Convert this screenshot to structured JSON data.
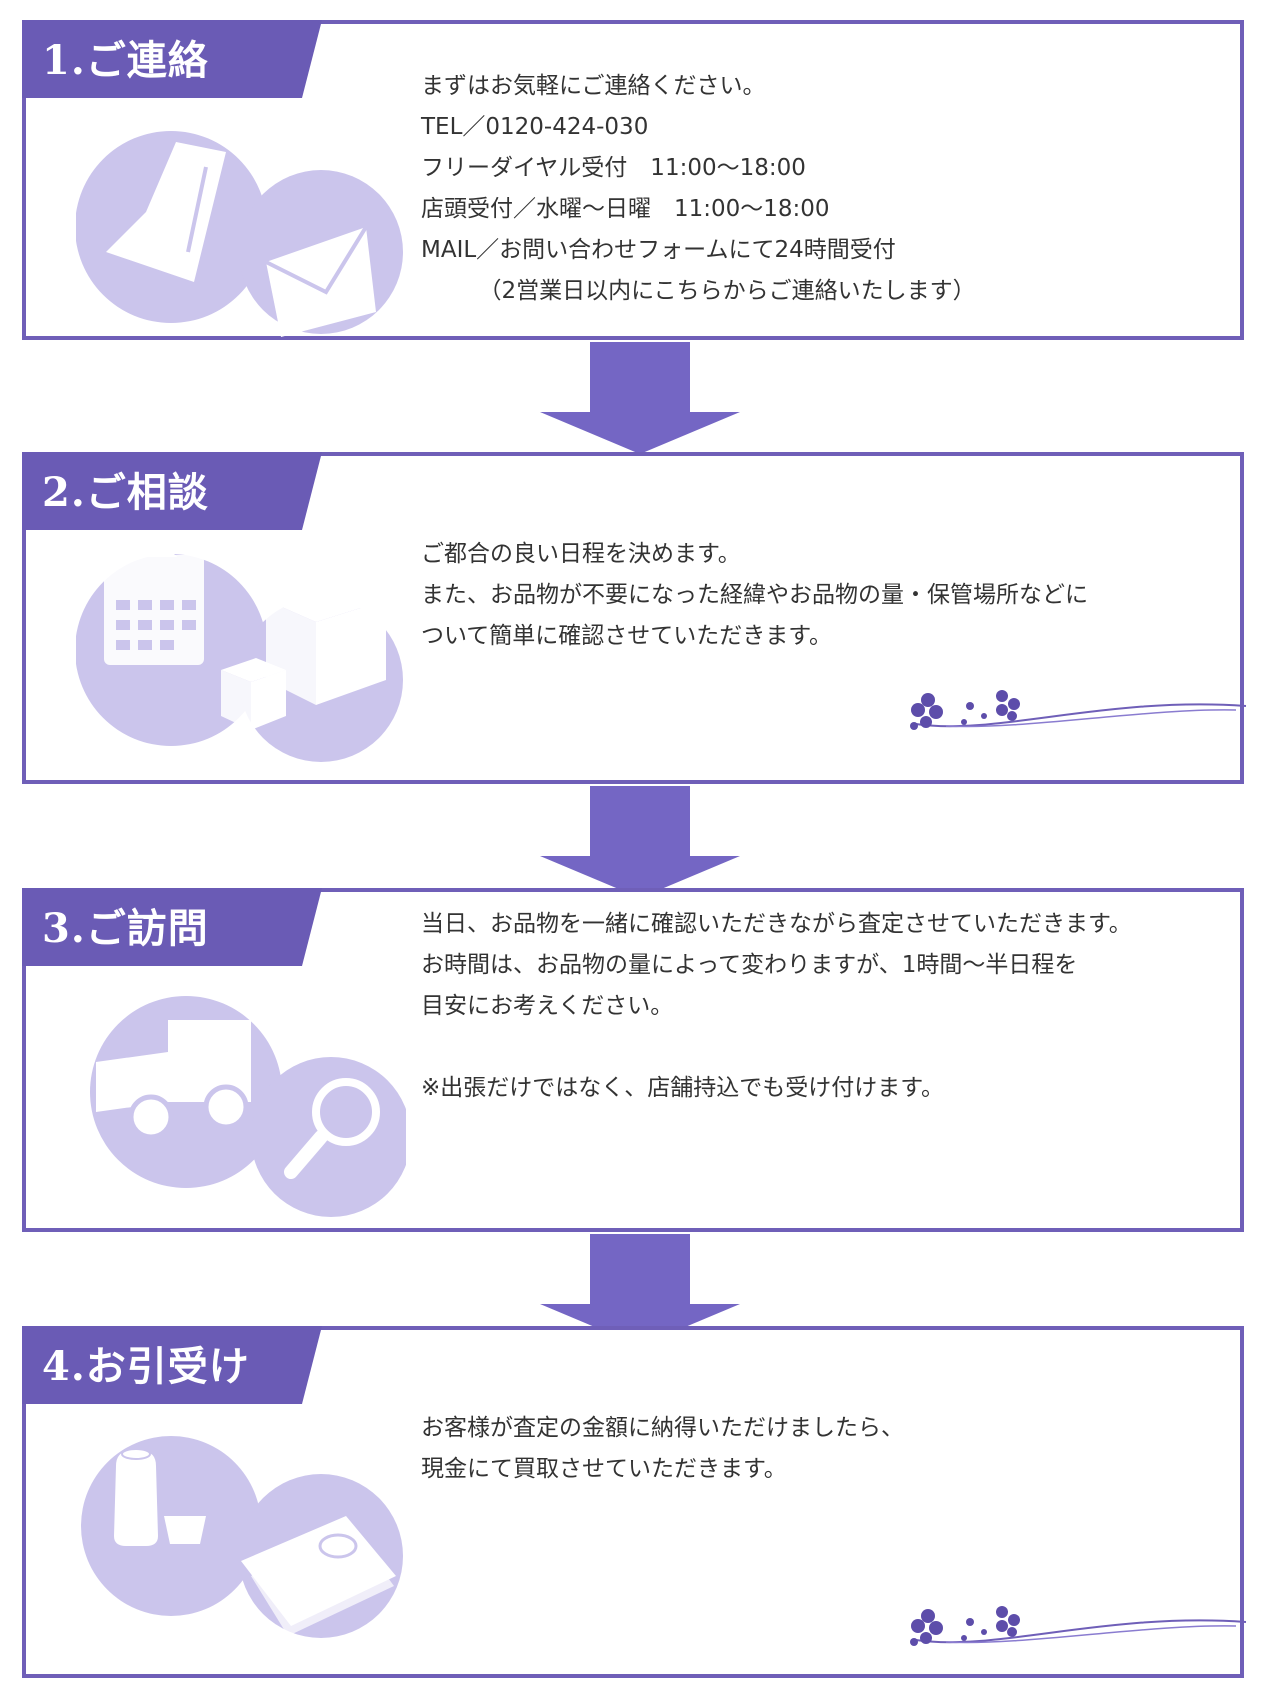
{
  "colors": {
    "accent": "#6f5fb8",
    "tab": "#6a5bb5",
    "icon_circle": "#cbc5ec",
    "arrow": "#7466c4"
  },
  "steps": [
    {
      "title": "1.ご連絡",
      "icons": [
        "document-icon",
        "envelope-icon"
      ],
      "lines": [
        "まずはお気軽にご連絡ください。",
        "TEL／0120-424-030",
        "フリーダイヤル受付　11:00～18:00",
        "店頭受付／水曜～日曜　11:00～18:00",
        "MAIL／お問い合わせフォームにて24時間受付",
        "　　　（2営業日以内にこちらからご連絡いたします）"
      ]
    },
    {
      "title": "2.ご相談",
      "icons": [
        "calendar-icon",
        "boxes-icon"
      ],
      "lines": [
        "ご都合の良い日程を決めます。",
        "また、お品物が不要になった経緯やお品物の量・保管場所などに",
        "ついて簡単に確認させていただきます。"
      ]
    },
    {
      "title": "3.ご訪問",
      "icons": [
        "truck-icon",
        "magnifier-icon"
      ],
      "lines": [
        "当日、お品物を一緒に確認いただきながら査定させていただきます。",
        "お時間は、お品物の量によって変わりますが、1時間～半日程を",
        "目安にお考えください。",
        "",
        "※出張だけではなく、店舗持込でも受け付けます。"
      ]
    },
    {
      "title": "4.お引受け",
      "icons": [
        "sake-set-icon",
        "cash-icon"
      ],
      "lines": [
        "お客様が査定の金額に納得いただけましたら、",
        "現金にて買取させていただきます。"
      ]
    }
  ]
}
